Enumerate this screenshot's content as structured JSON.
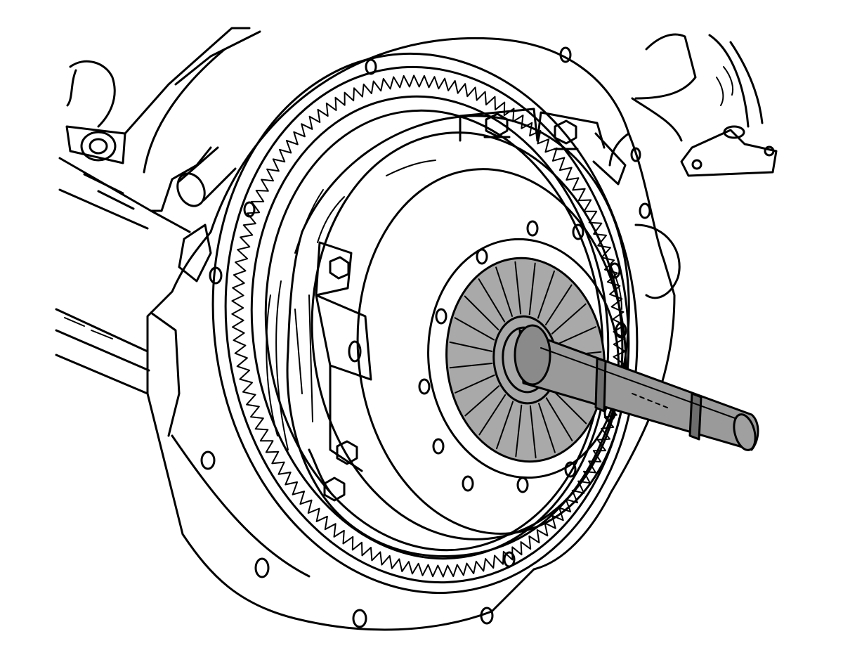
{
  "figure": {
    "style": "line-art",
    "colors": {
      "ink": "#000000",
      "paper": "#ffffff",
      "shaded": "#a9a9a9",
      "shaft": "#9a9a9a",
      "shaft_dark": "#6e6e6e"
    },
    "icons": [
      "engine-block",
      "flywheel",
      "ring-gear",
      "clutch-pressure-plate",
      "clutch-disc",
      "alignment-shaft",
      "exhaust-pipe"
    ],
    "counts": {
      "ring_gear_teeth": 120,
      "disc_spline_segments": 24,
      "pressure_plate_bolt_holes": 12,
      "flywheel_bolt_holes": 14
    }
  }
}
